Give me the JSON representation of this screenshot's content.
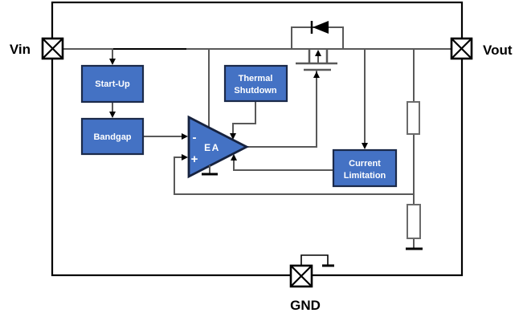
{
  "pins": {
    "vin": "Vin",
    "vout": "Vout",
    "gnd": "GND"
  },
  "blocks": {
    "startup": {
      "label": "Start-Up"
    },
    "bandgap": {
      "label": "Bandgap"
    },
    "thermal_shutdown": {
      "line1": "Thermal",
      "line2": "Shutdown"
    },
    "current_limitation": {
      "line1": "Current",
      "line2": "Limitation"
    }
  },
  "amplifier": {
    "label": "EA",
    "inverting": "-",
    "noninverting": "+"
  },
  "colors": {
    "block_fill": "#4472C4",
    "block_border": "#1B2A4A",
    "wire_gray": "#595959",
    "line_black": "#000000",
    "block_text": "#FFFFFF"
  }
}
